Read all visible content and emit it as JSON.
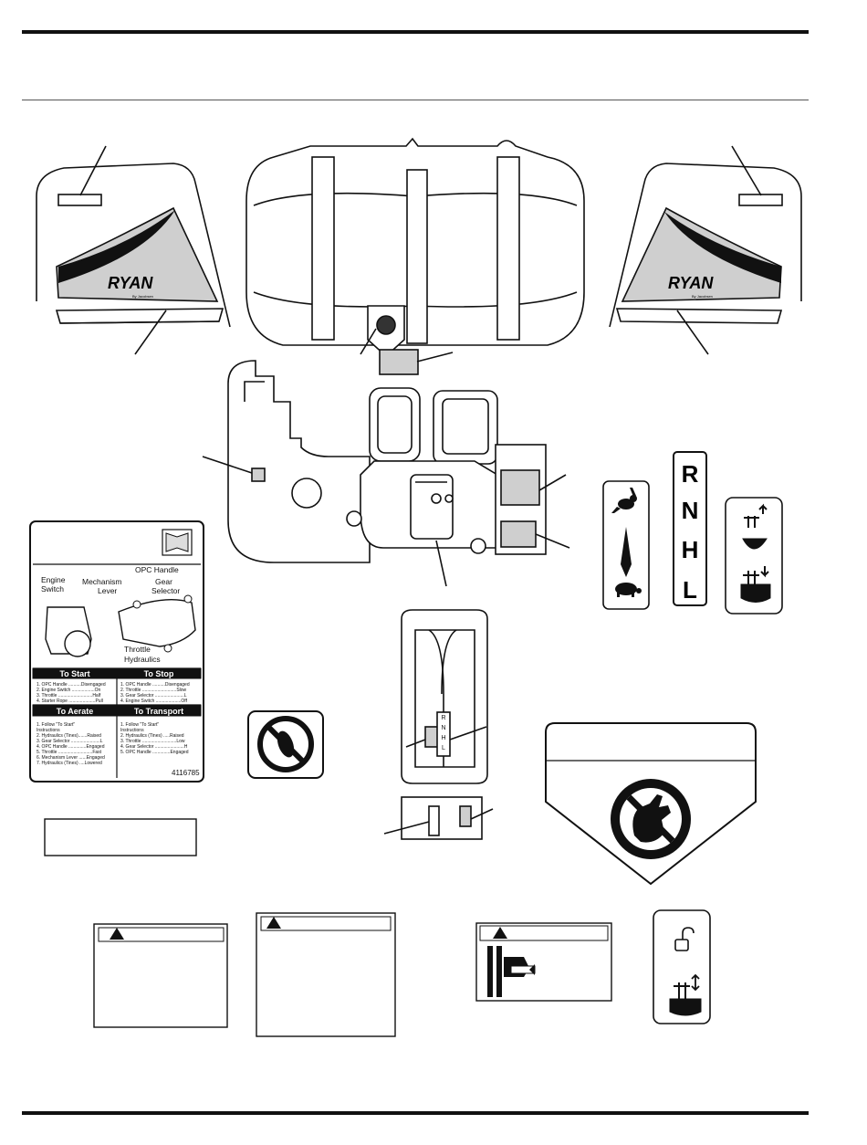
{
  "brand": {
    "logo": "RYAN",
    "logo_sub": "By Jacobsen"
  },
  "gear_letters": [
    "R",
    "N",
    "H",
    "L"
  ],
  "instruction_decal": {
    "part_number": "4116785",
    "callouts": {
      "opc_handle": "OPC Handle",
      "engine_switch_1": "Engine",
      "engine_switch_2": "Switch",
      "mechanism_lever_1": "Mechanism",
      "mechanism_lever_2": "Lever",
      "gear_selector_1": "Gear",
      "gear_selector_2": "Selector",
      "throttle": "Throttle",
      "hydraulics": "Hydraulics"
    },
    "sections": {
      "to_start": {
        "title": "To Start",
        "rows": [
          "1. OPC Handle ..........Disengaged",
          "2. Engine Switch ..................On",
          "3. Throttle ...........................Half",
          "4. Starter Rope .....................Pull"
        ]
      },
      "to_stop": {
        "title": "To Stop",
        "rows": [
          "1. OPC Handle ..........Disengaged",
          "2. Throttle ...........................Slow",
          "3. Gear Selector .......................L",
          "4. Engine Switch ....................Off"
        ]
      },
      "to_aerate": {
        "title": "To Aerate",
        "rows": [
          "1. Follow \"To Start\"",
          "    Instructions",
          "2. Hydraulics (Tines).......Raised",
          "3. Gear Selector .......................L",
          "4. OPC Handle ..............Engaged",
          "5. Throttle ...........................Fast",
          "6. Mechanism Lever ......Engaged",
          "7. Hydraulics (Tines) ....Lowered"
        ]
      },
      "to_transport": {
        "title": "To Transport",
        "rows": [
          "1. Follow \"To Start\"",
          "    Instructions",
          "2. Hydraulics (Tines) .....Raised",
          "3. Throttle ...........................Low",
          "4. Gear Selector .......................H",
          "5. OPC Handle ..............Engaged"
        ]
      }
    }
  },
  "shifter_letters": "RNHL",
  "icons": [
    "rabbit-icon",
    "turtle-icon",
    "tines-raise-icon",
    "tines-lower-icon",
    "no-step-icon",
    "no-hand-icon",
    "warning-triangle-icon",
    "padlock-icon",
    "hand-crush-icon"
  ]
}
